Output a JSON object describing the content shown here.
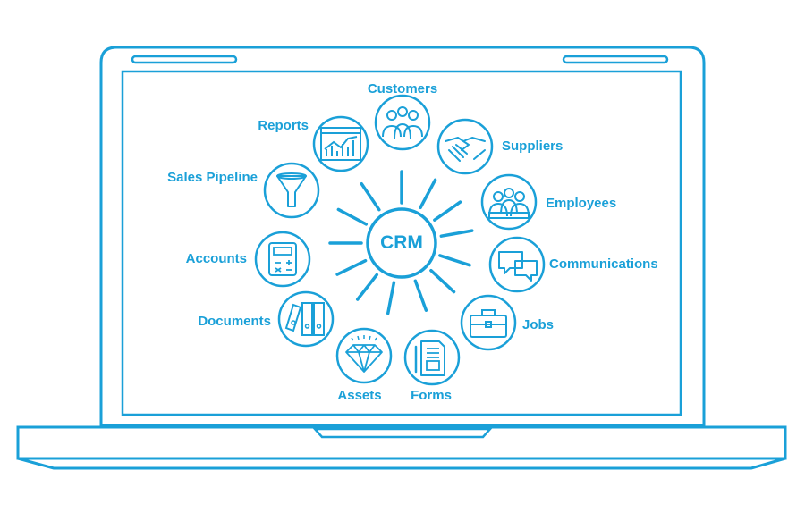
{
  "colors": {
    "accent": "#1aa0d8",
    "background": "#ffffff"
  },
  "center": {
    "label": "CRM"
  },
  "modules": [
    {
      "id": "customers",
      "label": "Customers",
      "icon": "customers-icon"
    },
    {
      "id": "suppliers",
      "label": "Suppliers",
      "icon": "handshake-icon"
    },
    {
      "id": "employees",
      "label": "Employees",
      "icon": "employees-icon"
    },
    {
      "id": "communications",
      "label": "Communications",
      "icon": "chat-bubbles-icon"
    },
    {
      "id": "jobs",
      "label": "Jobs",
      "icon": "briefcase-icon"
    },
    {
      "id": "forms",
      "label": "Forms",
      "icon": "form-document-icon"
    },
    {
      "id": "assets",
      "label": "Assets",
      "icon": "diamond-icon"
    },
    {
      "id": "documents",
      "label": "Documents",
      "icon": "binders-icon"
    },
    {
      "id": "accounts",
      "label": "Accounts",
      "icon": "calculator-icon"
    },
    {
      "id": "sales_pipeline",
      "label": "Sales Pipeline",
      "icon": "funnel-icon"
    },
    {
      "id": "reports",
      "label": "Reports",
      "icon": "chart-report-icon"
    }
  ]
}
